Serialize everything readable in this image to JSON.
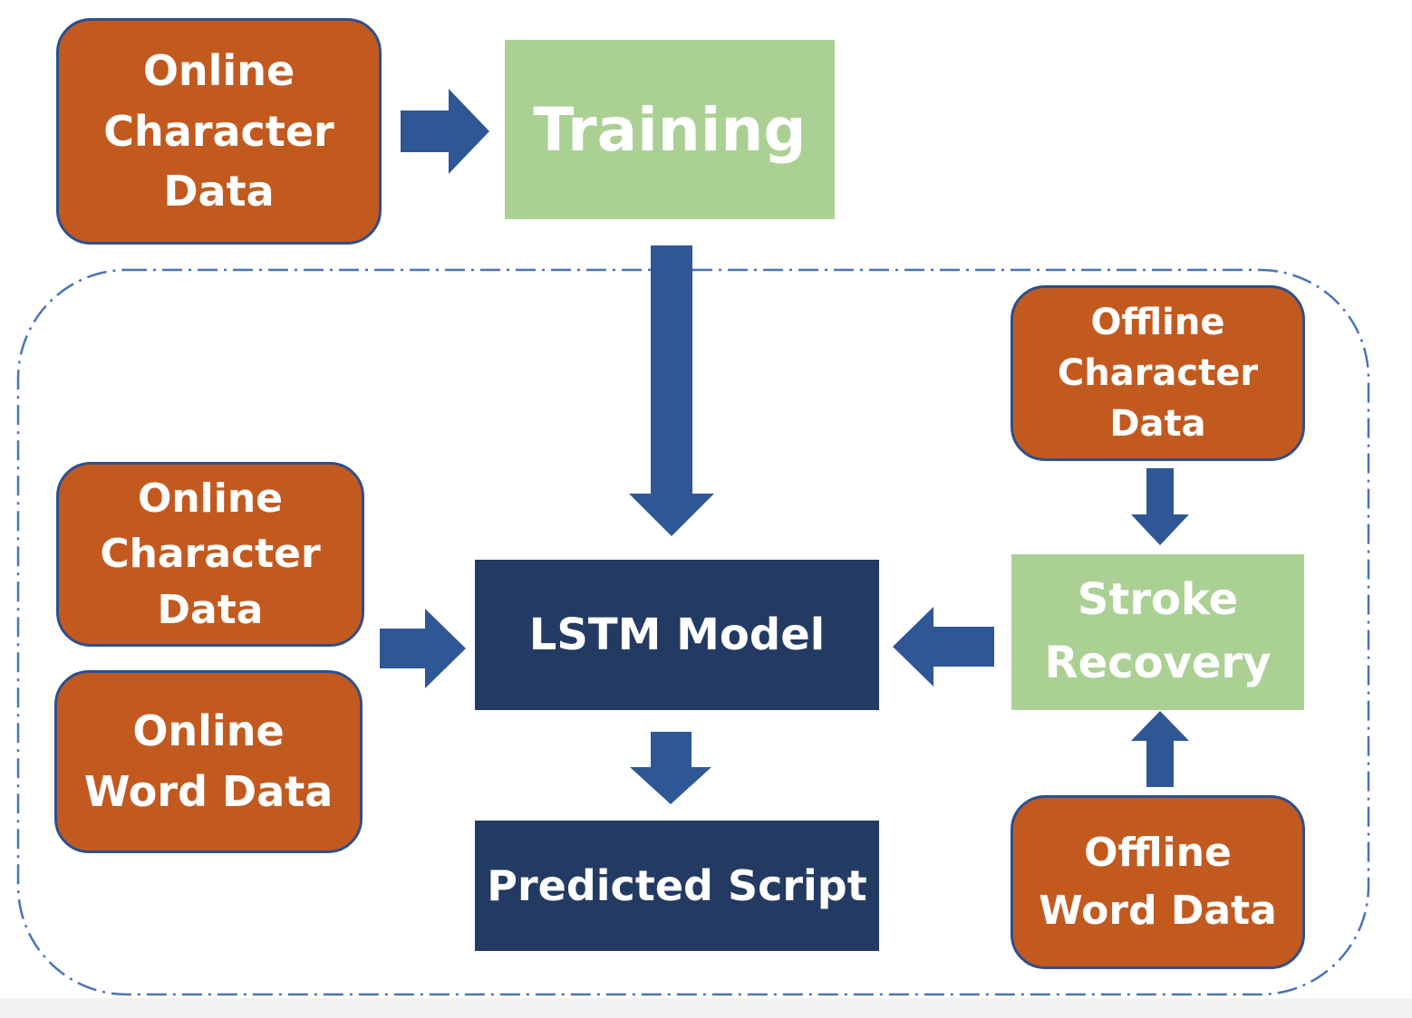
{
  "nodes": {
    "online_char_top": "Online\nCharacter\nData",
    "training": "Training",
    "offline_char": "Offline\nCharacter\nData",
    "online_char_left": "Online\nCharacter\nData",
    "online_word": "Online\nWord Data",
    "lstm": "LSTM Model",
    "stroke_recovery": "Stroke\nRecovery",
    "predicted_script": "Predicted Script",
    "offline_word": "Offline\nWord Data"
  },
  "colors": {
    "data_box": "#c25a20",
    "data_box_border": "#2f4f8a",
    "process_box": "#abd094",
    "model_box": "#233a62",
    "arrow": "#2f5796",
    "dashed_border": "#4a72b8"
  }
}
